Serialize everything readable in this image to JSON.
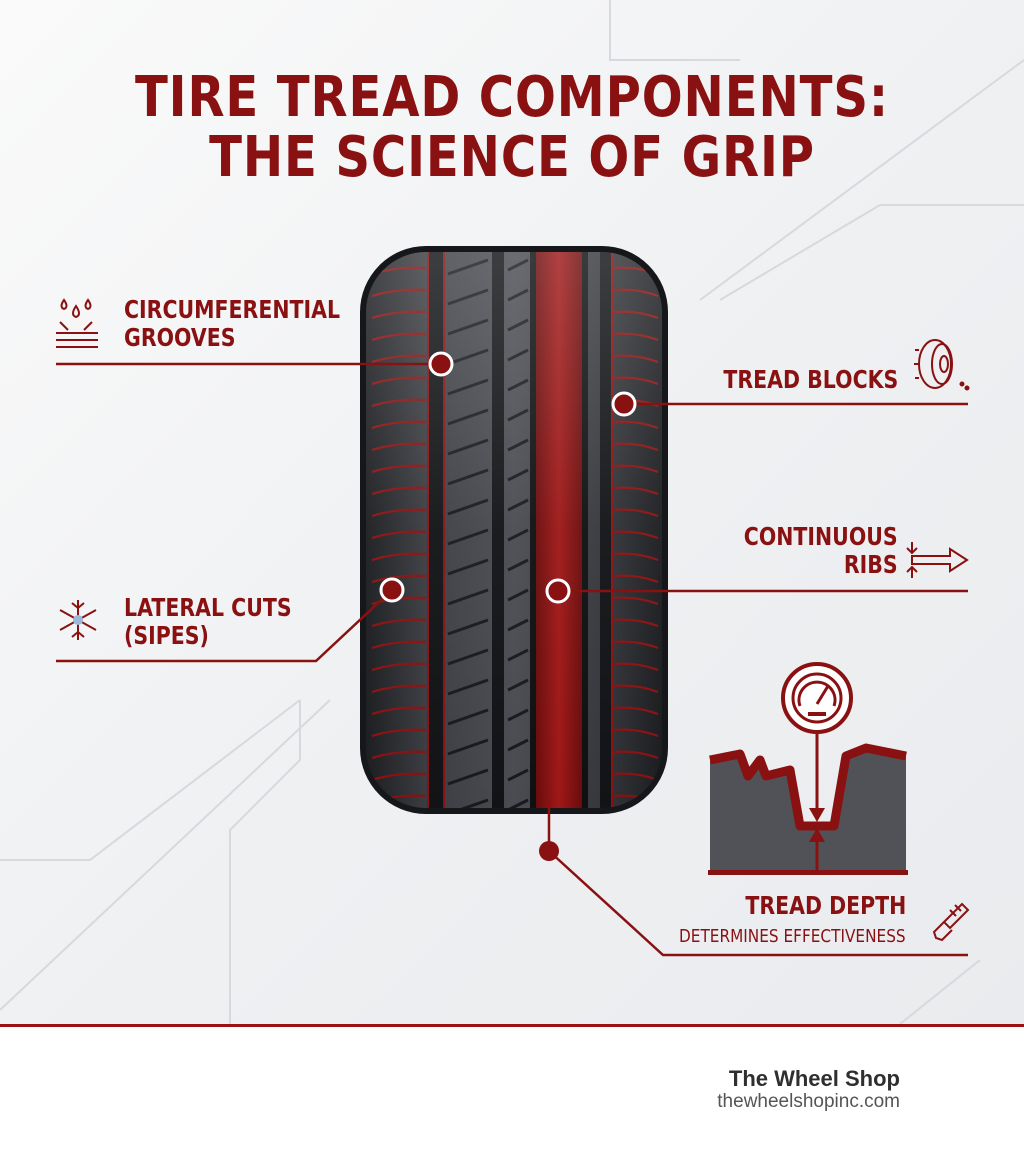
{
  "title": {
    "line1": "TIRE TREAD COMPONENTS:",
    "line2": "THE SCIENCE OF GRIP"
  },
  "labels": {
    "circumferential_grooves": [
      "CIRCUMFERENTIAL",
      "GROOVES"
    ],
    "lateral_cuts": [
      "LATERAL CUTS",
      "(SIPES)"
    ],
    "tread_blocks": "TREAD BLOCKS",
    "continuous_ribs": [
      "CONTINUOUS",
      "RIBS"
    ],
    "tread_depth": "TREAD DEPTH",
    "tread_depth_sub": "DETERMINES EFFECTIVENESS"
  },
  "icons": {
    "circumferential_grooves": "water-drops-icon",
    "lateral_cuts": "snowflake-icon",
    "tread_blocks": "tire-icon",
    "continuous_ribs": "arrows-icon",
    "tread_depth": "depth-gauge-icon",
    "tread_depth_tool": "tread-gauge-tool-icon"
  },
  "footer": {
    "shop_name": "The Wheel Shop",
    "shop_url": "thewheelshopinc.com"
  },
  "colors": {
    "accent": "#8a1111",
    "tire": "#2b2d31",
    "background": "#eef0f2"
  }
}
